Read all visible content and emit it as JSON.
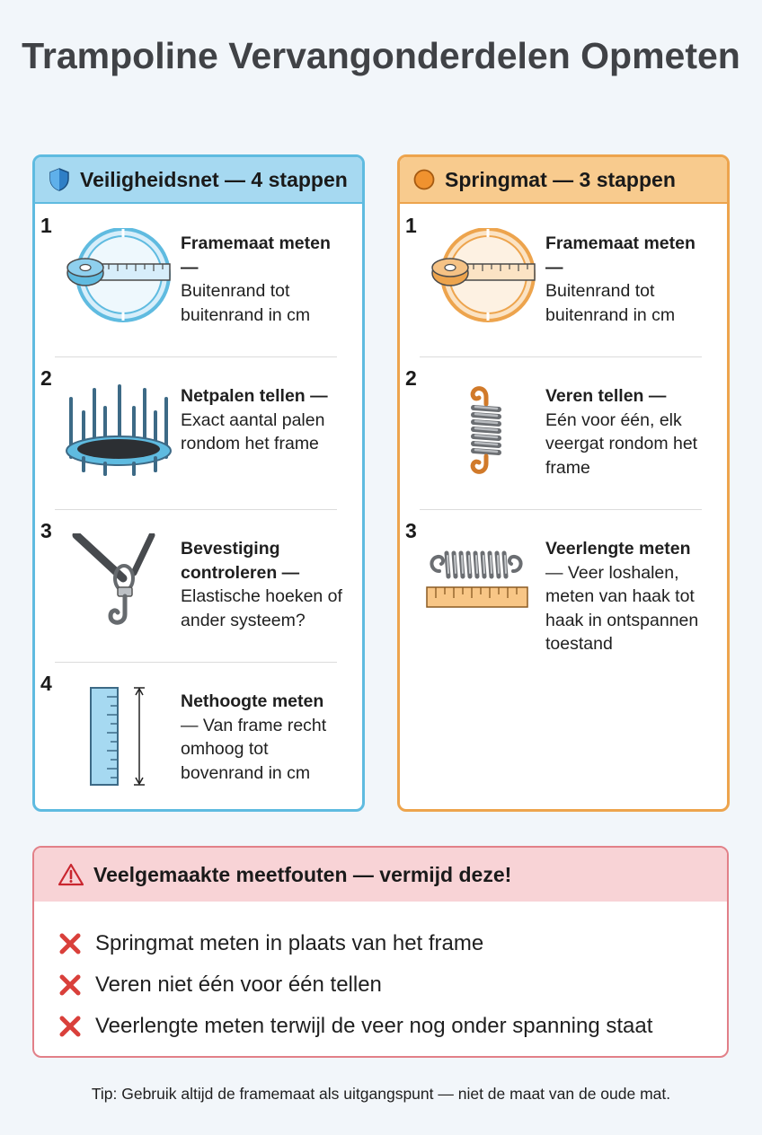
{
  "title": "Trampoline Vervangonderdelen Opmeten",
  "left_panel": {
    "heading": "Veiligheidsnet — 4 stappen",
    "header_icon": "shield-icon",
    "steps": [
      {
        "num": "1",
        "bold": "Framemaat meten —",
        "text": "Buitenrand tot buitenrand in cm",
        "icon": "measuring-tape-frame-icon"
      },
      {
        "num": "2",
        "bold": "Netpalen tellen —",
        "text": "Exact aantal palen rondom het frame",
        "icon": "trampoline-poles-icon"
      },
      {
        "num": "3",
        "bold": "Bevestiging controleren —",
        "text": "Elastische hoeken of ander systeem?",
        "icon": "hook-strap-icon"
      },
      {
        "num": "4",
        "bold": "Nethoogte meten",
        "text": "— Van frame recht omhoog tot bovenrand in cm",
        "icon": "height-ruler-icon"
      }
    ]
  },
  "right_panel": {
    "heading": "Springmat — 3 stappen",
    "header_icon": "circle-icon",
    "steps": [
      {
        "num": "1",
        "bold": "Framemaat meten —",
        "text": "Buitenrand tot buitenrand in cm",
        "icon": "measuring-tape-frame-icon"
      },
      {
        "num": "2",
        "bold": "Veren tellen —",
        "text": "Eén voor één, elk veergat rondom het frame",
        "icon": "spring-icon"
      },
      {
        "num": "3",
        "bold": "Veerlengte meten",
        "text": "— Veer loshalen, meten van haak tot haak in ontspannen toestand",
        "icon": "spring-ruler-icon"
      }
    ]
  },
  "warning": {
    "heading": "Veelgemaakte meetfouten — vermijd deze!",
    "icon": "warning-icon",
    "items": [
      "Springmat meten in plaats van het frame",
      "Veren niet één voor één tellen",
      "Veerlengte meten terwijl de veer nog onder spanning staat"
    ]
  },
  "tip": "Tip: Gebruik altijd de framemaat als uitgangspunt — niet de maat van de oude mat.",
  "colors": {
    "blue_accent": "#5fbbe0",
    "blue_header": "#a6d9f1",
    "orange_accent": "#eda44d",
    "orange_header": "#f8cb8e",
    "red_accent": "#e28088",
    "red_header": "#f8d3d6",
    "cross_red": "#d9403b"
  }
}
